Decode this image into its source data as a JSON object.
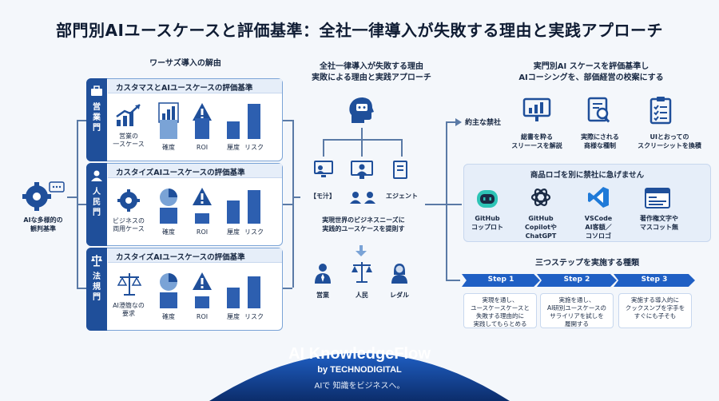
{
  "title": "部門別AIユースケースと評価基準：全社一律導入が失敗する理由と実践アプローチ",
  "left": {
    "header": "ワーサズ導入の解由",
    "hub_label": "AIな多様的の\n観判基準",
    "panels": [
      {
        "tab": "営\n業\n門",
        "title": "カスタマスとAIユースケースの評価基準",
        "first_label": "営業の\n一スケース",
        "metrics": [
          "確度",
          "ROI",
          "厘度",
          "リスク"
        ],
        "values": [
          0.55,
          0.6,
          0.5,
          1.0
        ]
      },
      {
        "tab": "人\n民\n門",
        "title": "カスタイズAIユースケースの評価基準",
        "first_label": "ビジネスの\n両用ケース",
        "metrics": [
          "確度",
          "ROI",
          "厘度",
          "リスク"
        ],
        "values": [
          0.45,
          0.3,
          0.65,
          0.95
        ]
      },
      {
        "tab": "法\n規\n門",
        "title": "カスタイズAIユースケースの評価基準",
        "first_label": "AI澄簡なの\n要求",
        "metrics": [
          "確度",
          "ROI",
          "厘度",
          "リスク"
        ],
        "values": [
          0.45,
          0.35,
          0.6,
          0.9
        ]
      }
    ]
  },
  "center": {
    "header_line1": "全社一律導入が失敗する理由",
    "header_line2": "実敗による理由と実践アプローチ",
    "nodes": [
      "【モ汁】",
      "",
      "エジェント"
    ],
    "caption": "実現世界のビジネスニーズに\n実践的ユースケースを提則す",
    "bottom_nodes": [
      "営業",
      "人民",
      "レダル"
    ]
  },
  "right": {
    "header_line1": "実門別AI スケースを評価基準し",
    "header_line2": "AIコーシングを、部価経営の校案にする",
    "tips_label": "約主な禁社",
    "tips": [
      "総書を粋る\nスリーースを解説",
      "実際にされる\n商様な種制",
      "UIとおっての\nスクリーシットを換積"
    ],
    "tool_header": "商品ロゴを別に禁社に急げません",
    "tools": [
      "GitHub\nコップロト",
      "GitHub\nCopilotや\nChatGPT",
      "VSCode\nAI客額／\nコソロゴ",
      "著作権文字や\nマスコット無"
    ],
    "steps_header": "三つステップを実施する種類",
    "steps": [
      {
        "label": "Step 1",
        "text": "実現を通し、\nユースケースケースと\n失敗する理由的に\n実践してもらとめる"
      },
      {
        "label": "Step 2",
        "text": "実施を通し、\nAI研別ユースケースの\nサライリアを試しを\n履開する"
      },
      {
        "label": "Step 3",
        "text": "実施する導入的に\nクックスンプを字手を\nすぐにも子そも"
      }
    ]
  },
  "footer": {
    "brand": "AI KnowledgeFlow",
    "by": "by TECHNODIGITAL",
    "tagline": "AIで 知識をビジネスへ。"
  },
  "colors": {
    "primary": "#1f4f9a",
    "accent": "#1f5fc4",
    "light": "#7aa3d6",
    "bg": "#f4f7fb"
  },
  "icons": [
    "briefcase-icon",
    "person-icon",
    "scales-icon",
    "gear-head-icon",
    "ai-head-icon",
    "growth-chart-icon",
    "warning-icon",
    "pie-chart-icon",
    "clipboard-icon",
    "magnifier-icon",
    "checklist-icon",
    "copilot-icon",
    "openai-icon",
    "vscode-icon",
    "document-icon",
    "down-arrow-icon"
  ]
}
